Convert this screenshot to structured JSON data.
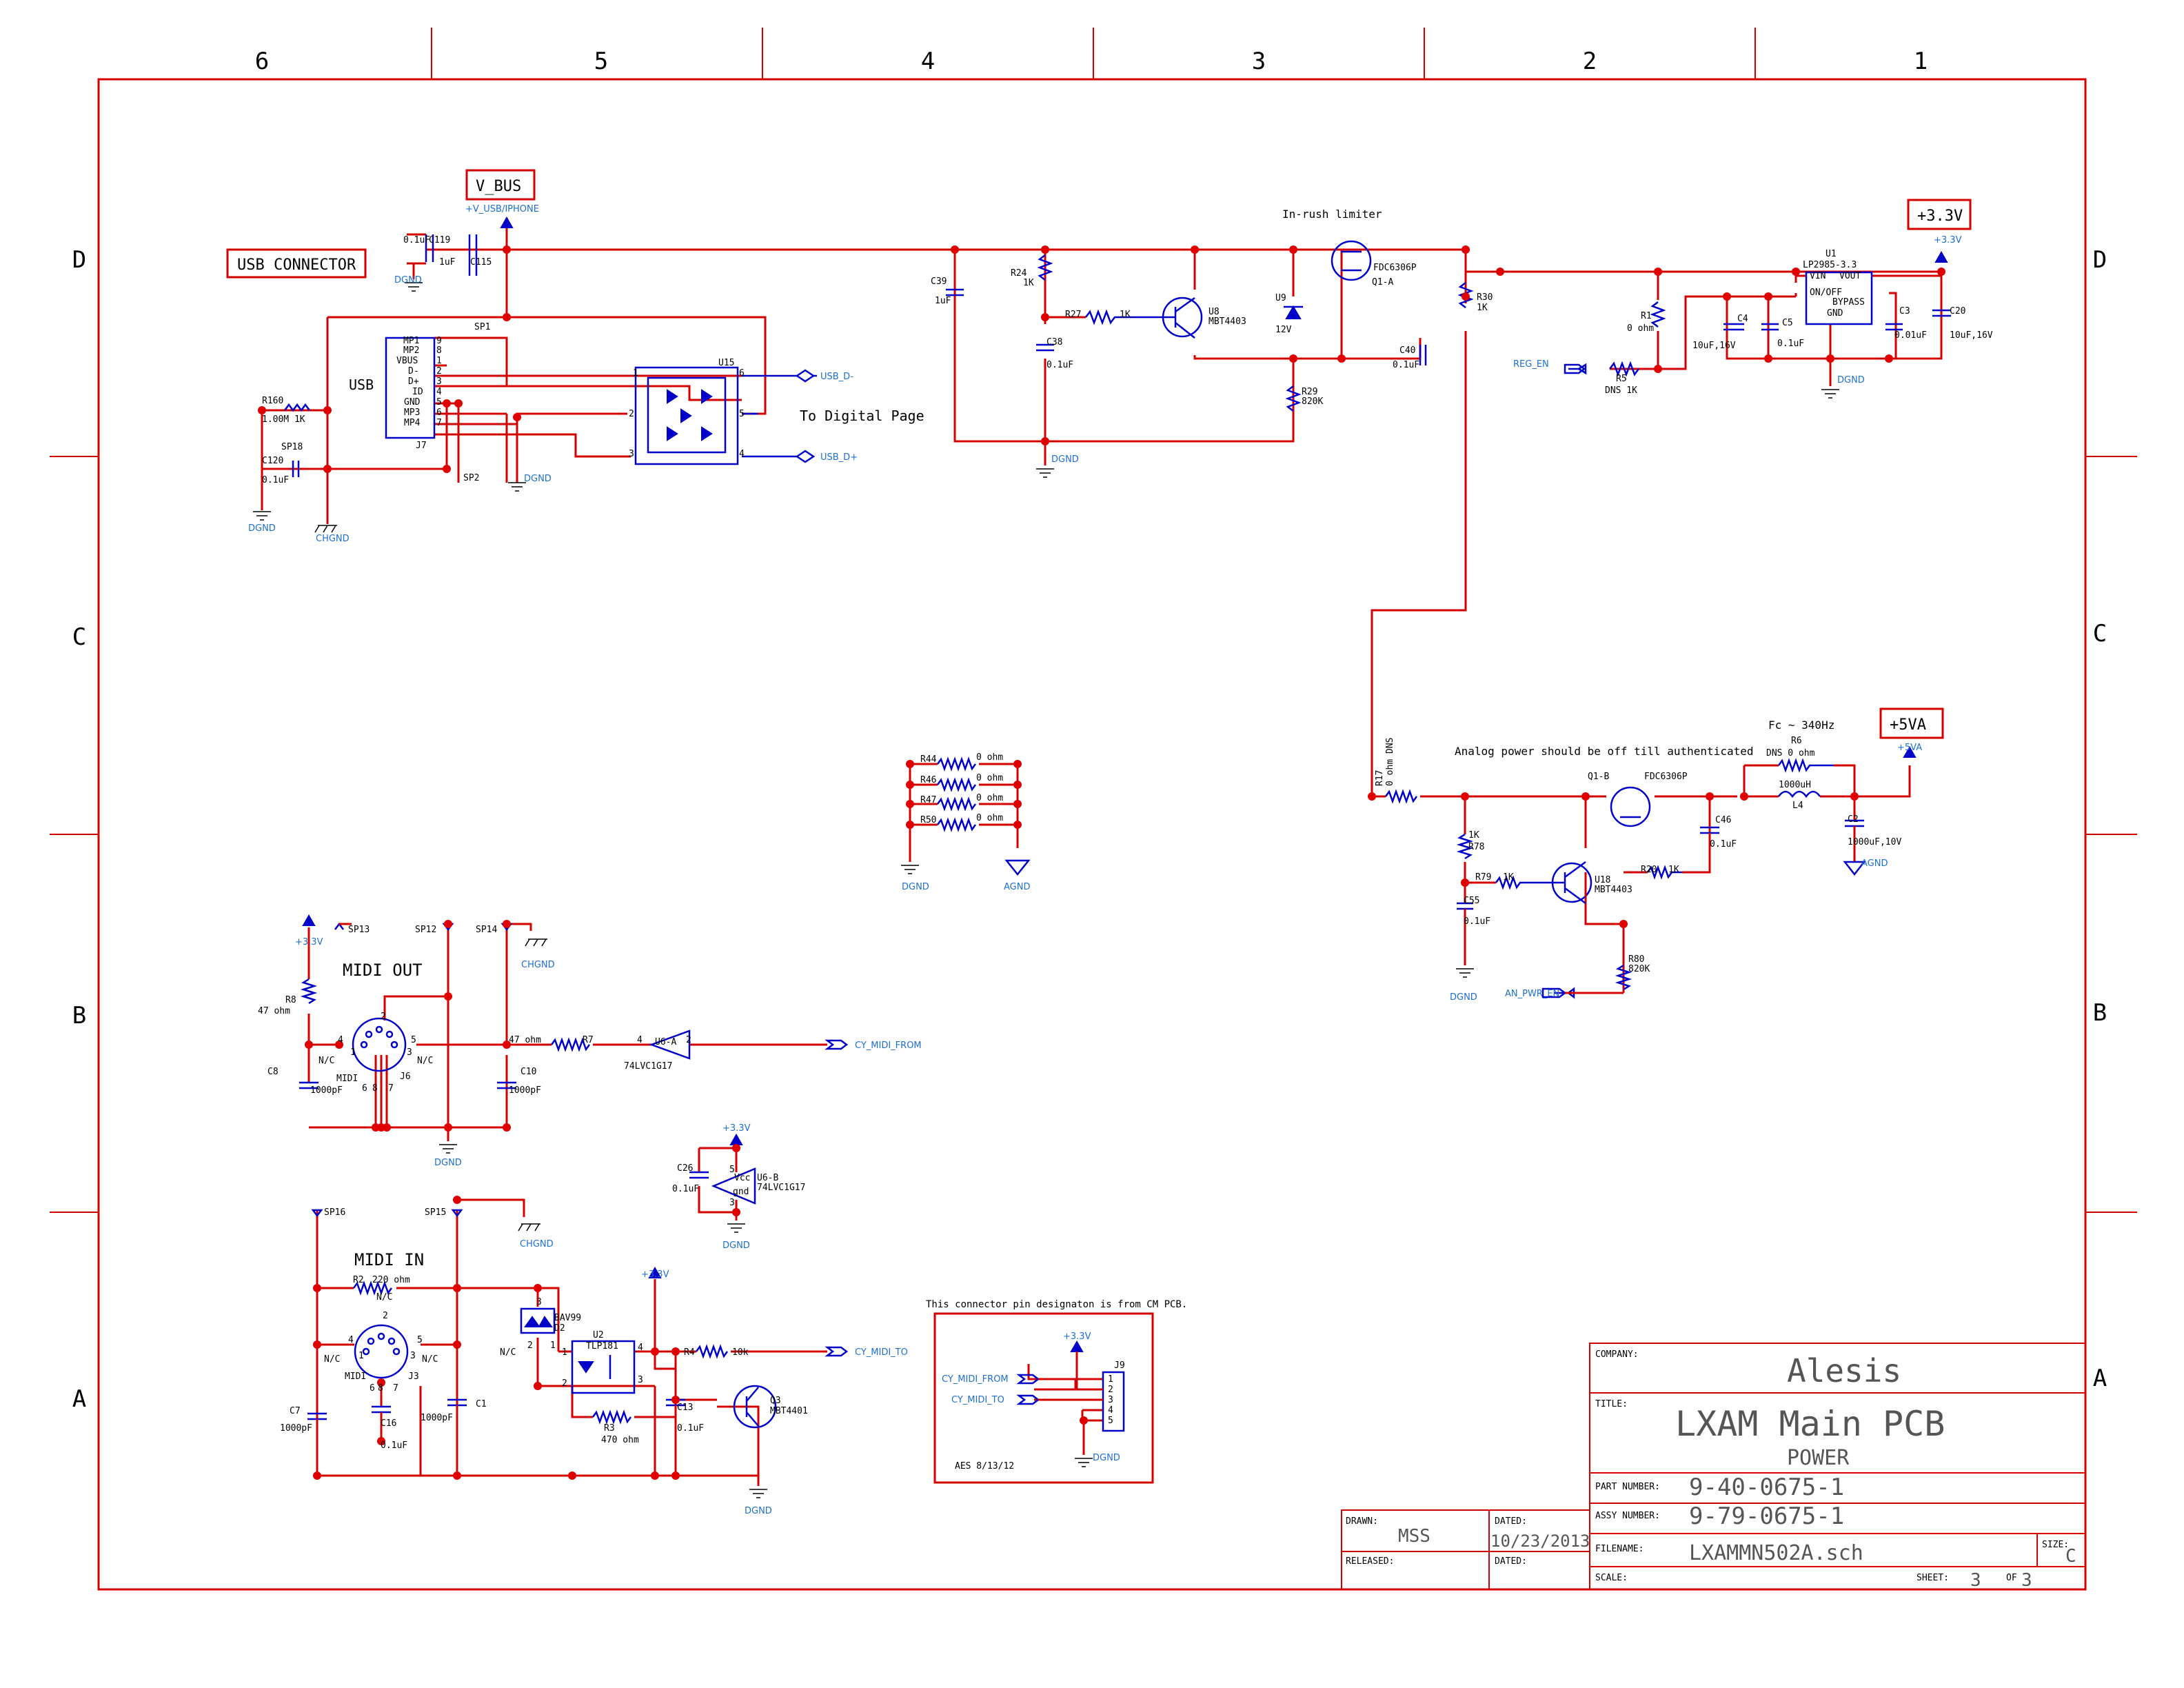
{
  "zones_top": [
    "6",
    "5",
    "4",
    "3",
    "2",
    "1"
  ],
  "zones_side": [
    "D",
    "C",
    "B",
    "A"
  ],
  "title_labels": {
    "usb_connector": "USB CONNECTOR",
    "v_bus": "V_BUS",
    "plus_3v3": "+3.3V",
    "plus_5va": "+5VA",
    "inrush": "In-rush limiter",
    "to_digital": "To Digital Page",
    "analog_note": "Analog power should be off till authenticated",
    "fc": "Fc ~ 340Hz",
    "midi_out": "MIDI OUT",
    "midi_in": "MIDI IN",
    "connector_note": "This connector pin designaton is from CM PCB.",
    "aes": "AES 8/13/12"
  },
  "nets": {
    "v_usb": "+V_USB/IPHONE",
    "usb_dm": "USB_D-",
    "usb_dp": "USB_D+",
    "reg_en": "REG_EN",
    "an_pwr_en": "AN_PWR_EN",
    "cy_midi_from": "CY_MIDI_FROM",
    "cy_midi_to": "CY_MIDI_TO",
    "dgnd": "DGND",
    "agnd": "AGND",
    "chgnd": "CHGND",
    "p3v3": "+3.3V",
    "p5va": "+5VA"
  },
  "components": {
    "c119": "C119",
    "c119v": "0.1uF",
    "c115": "C115",
    "c115v": "1uF",
    "j7": "J7",
    "usb": "USB",
    "usb_pins": [
      "MP1",
      "MP2",
      "VBUS",
      "D-",
      "D+",
      "ID",
      "GND",
      "MP3",
      "MP4"
    ],
    "usb_nums": [
      "9",
      "8",
      "1",
      "2",
      "3",
      "4",
      "5",
      "6",
      "7"
    ],
    "sp1": "SP1",
    "sp2": "SP2",
    "sp18": "SP18",
    "r160": "R160",
    "r160v": "1.00M  1K",
    "c120": "C120",
    "c120v": "0.1uF",
    "u15": "U15",
    "c39": "C39",
    "c39v": "1uF",
    "r24": "R24",
    "r24v": "1K",
    "r27": "R27",
    "r27v": "1K",
    "c38": "C38",
    "c38v": "0.1uF",
    "u8": "U8",
    "u8v": "MBT4403",
    "u9": "U9",
    "u9v": "12V",
    "q1a": "Q1-A",
    "q1ap": "FDC6306P",
    "r29": "R29",
    "r29v": "820K",
    "c40": "C40",
    "c40v": "0.1uF",
    "r30": "R30",
    "r30v": "1K",
    "r1": "R1",
    "r1v": "0 ohm",
    "r5": "R5",
    "r5v": "DNS 1K",
    "u1": "U1",
    "u1p": "LP2985-3.3",
    "u1_vin": "VIN",
    "u1_vout": "VOUT",
    "u1_onoff": "ON/OFF",
    "u1_bypass": "BYPASS",
    "u1_gnd": "GND",
    "c4": "C4",
    "c4v": "10uF,16V",
    "c5": "C5",
    "c5v": "0.1uF",
    "c3": "C3",
    "c3v": "0.01uF",
    "c20": "C20",
    "c20v": "10uF,16V",
    "r44": "R44",
    "r46": "R46",
    "r47": "R47",
    "r50": "R50",
    "zero": "0 ohm",
    "r17": "R17",
    "r17v": "0 ohm DNS",
    "q1b": "Q1-B",
    "q1bp": "FDC6306P",
    "r6": "R6",
    "r6v": "DNS 0 ohm",
    "l4": "L4",
    "l4v": "1000uH",
    "c46": "C46",
    "c46v": "0.1uF",
    "c2": "C2",
    "c2v": "1000uF,10V",
    "r78": "R78",
    "r78v": "1K",
    "r79": "R79",
    "r79v": "1K",
    "c55": "C55",
    "c55v": "0.1uF",
    "u18": "U18",
    "u18v": "MBT4403",
    "r20": "R20",
    "r20v": "1K",
    "r80": "R80",
    "r80v": "820K",
    "sp13": "SP13",
    "sp12": "SP12",
    "sp14": "SP14",
    "r8": "R8",
    "r8v": "47 ohm",
    "j6": "J6",
    "midi": "MIDI",
    "nc": "N/C",
    "c8": "C8",
    "c8v": "1000pF",
    "c10": "C10",
    "c10v": "1000pF",
    "r7": "R7",
    "r7v": "47 ohm",
    "u6a": "U6-A",
    "u6p": "74LVC1G17",
    "c26": "C26",
    "c26v": "0.1uF",
    "u6b": "U6-B",
    "vcc": "Vcc",
    "gnd": "gnd",
    "sp16": "SP16",
    "sp15": "SP15",
    "r2": "R2",
    "r2v": "220 ohm",
    "j3": "J3",
    "c7": "C7",
    "c7v": "1000pF",
    "c16": "C16",
    "c16v": "0.1uF",
    "c1": "C1",
    "c1v": "1000pF",
    "d2": "D2",
    "d2p": "BAV99",
    "u2": "U2",
    "u2p": "TLP181",
    "r3": "R3",
    "r3v": "470 ohm",
    "r4": "R4",
    "r4v": "10k",
    "c13": "C13",
    "c13v": "0.1uF",
    "q3": "Q3",
    "q3v": "MBT4401",
    "j9": "J9"
  },
  "title_block": {
    "company_label": "COMPANY:",
    "company": "Alesis",
    "title_label": "TITLE:",
    "title": "LXAM Main PCB",
    "subtitle": "POWER",
    "part_label": "PART NUMBER:",
    "part": "9-40-0675-1",
    "assy_label": "ASSY NUMBER:",
    "assy": "9-79-0675-1",
    "file_label": "FILENAME:",
    "file": "LXAMMN502A.sch",
    "size_label": "SIZE:",
    "size": "C",
    "scale_label": "SCALE:",
    "sheet_label": "SHEET:",
    "sheet": "3",
    "of_label": "OF",
    "of": "3",
    "drawn_label": "DRAWN:",
    "drawn": "MSS",
    "dated_label": "DATED:",
    "dated": "10/23/2013",
    "released_label": "RELEASED:",
    "dated2_label": "DATED:"
  },
  "colors": {
    "wire": "#d40000",
    "symbol": "#0000c8",
    "net": "#1e6fd0",
    "junction": "#e00000"
  }
}
